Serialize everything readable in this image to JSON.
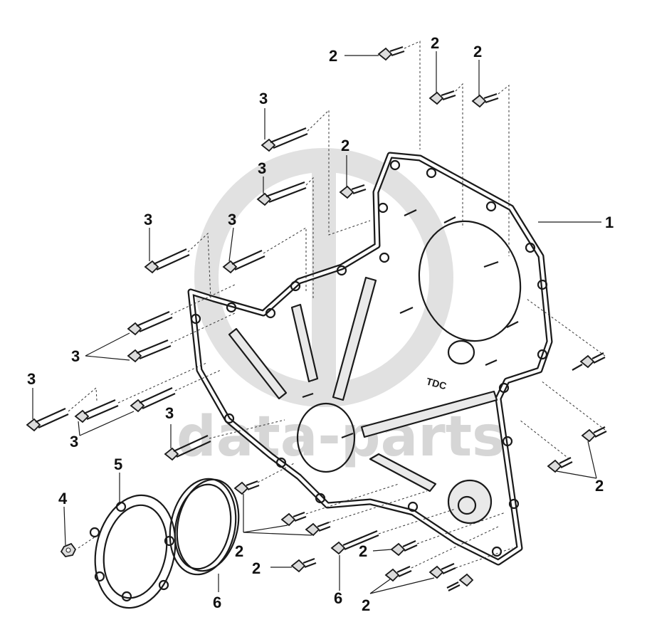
{
  "diagram": {
    "watermark": {
      "text": "data-parts",
      "color": "#d6d6d6"
    },
    "callouts": [
      {
        "id": "c1",
        "text": "1"
      },
      {
        "id": "c2a",
        "text": "2"
      },
      {
        "id": "c2b",
        "text": "2"
      },
      {
        "id": "c2c",
        "text": "2"
      },
      {
        "id": "c2d",
        "text": "2"
      },
      {
        "id": "c2e",
        "text": "2"
      },
      {
        "id": "c2f",
        "text": "2"
      },
      {
        "id": "c2g",
        "text": "2"
      },
      {
        "id": "c2h",
        "text": "2"
      },
      {
        "id": "c2i",
        "text": "2"
      },
      {
        "id": "c3a",
        "text": "3"
      },
      {
        "id": "c3b",
        "text": "3"
      },
      {
        "id": "c3c",
        "text": "3"
      },
      {
        "id": "c3d",
        "text": "3"
      },
      {
        "id": "c3e",
        "text": "3"
      },
      {
        "id": "c3f",
        "text": "3"
      },
      {
        "id": "c3g",
        "text": "3"
      },
      {
        "id": "c3h",
        "text": "3"
      },
      {
        "id": "c4",
        "text": "4"
      },
      {
        "id": "c5",
        "text": "5"
      },
      {
        "id": "c6a",
        "text": "6"
      },
      {
        "id": "c6b",
        "text": "6"
      }
    ]
  }
}
